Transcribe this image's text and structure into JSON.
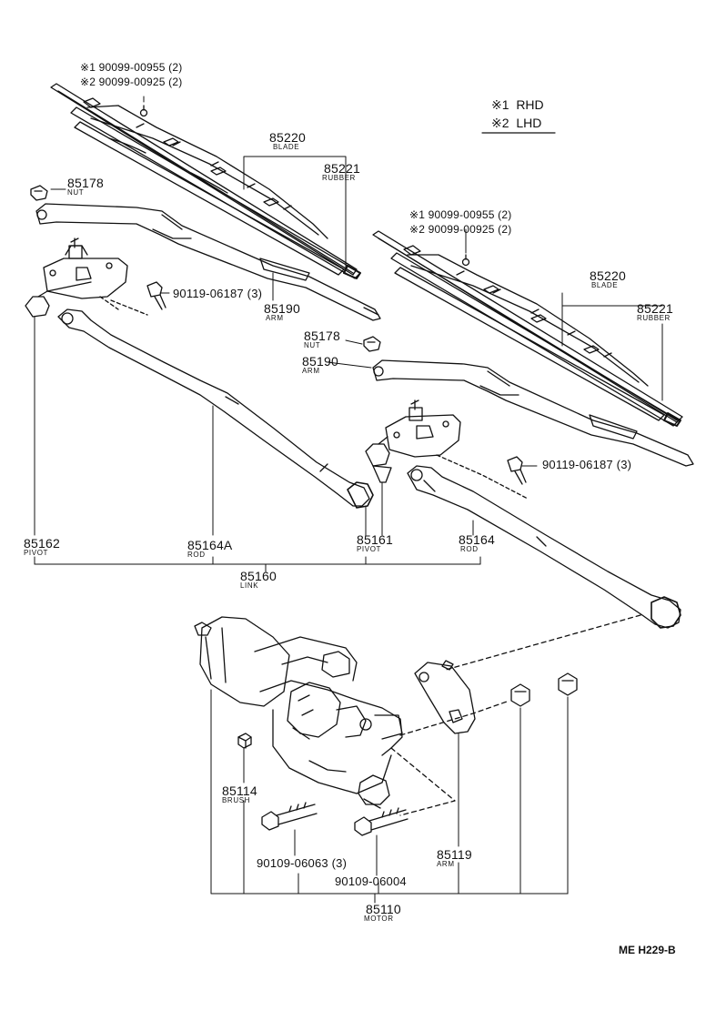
{
  "legend": {
    "rhd": {
      "mark": "※1",
      "text": "RHD"
    },
    "lhd": {
      "mark": "※2",
      "text": "LHD"
    }
  },
  "colors": {
    "line": "#111111",
    "background": "#ffffff"
  },
  "parts": {
    "screw_left_1": "※1 90099-00955 (2)",
    "screw_left_2": "※2 90099-00925 (2)",
    "screw_right_1": "※1 90099-00955 (2)",
    "screw_right_2": "※2 90099-00925 (2)",
    "blade_left": {
      "number": "85220",
      "name": "BLADE"
    },
    "rubber_left": {
      "number": "85221",
      "name": "RUBBER"
    },
    "nut_left": {
      "number": "85178",
      "name": "NUT"
    },
    "bolt_left": "90119-06187 (3)",
    "arm_left": {
      "number": "85190",
      "name": "ARM"
    },
    "blade_right": {
      "number": "85220",
      "name": "BLADE"
    },
    "rubber_right": {
      "number": "85221",
      "name": "RUBBER"
    },
    "nut_right": {
      "number": "85178",
      "name": "NUT"
    },
    "arm_right": {
      "number": "85190",
      "name": "ARM"
    },
    "bolt_right": "90119-06187 (3)",
    "pivot_left": {
      "number": "85162",
      "name": "PIVOT"
    },
    "rod_left": {
      "number": "85164A",
      "name": "ROD"
    },
    "pivot_right": {
      "number": "85161",
      "name": "PIVOT"
    },
    "rod_right": {
      "number": "85164",
      "name": "ROD"
    },
    "link": {
      "number": "85160",
      "name": "LINK"
    },
    "brush": {
      "number": "85114",
      "name": "BRUSH"
    },
    "motor_bolt_1": "90109-06063 (3)",
    "motor_bolt_2": "90109-06004",
    "crank_arm": {
      "number": "85119",
      "name": "ARM"
    },
    "motor": {
      "number": "85110",
      "name": "MOTOR"
    }
  },
  "reference": "ME H229-B"
}
